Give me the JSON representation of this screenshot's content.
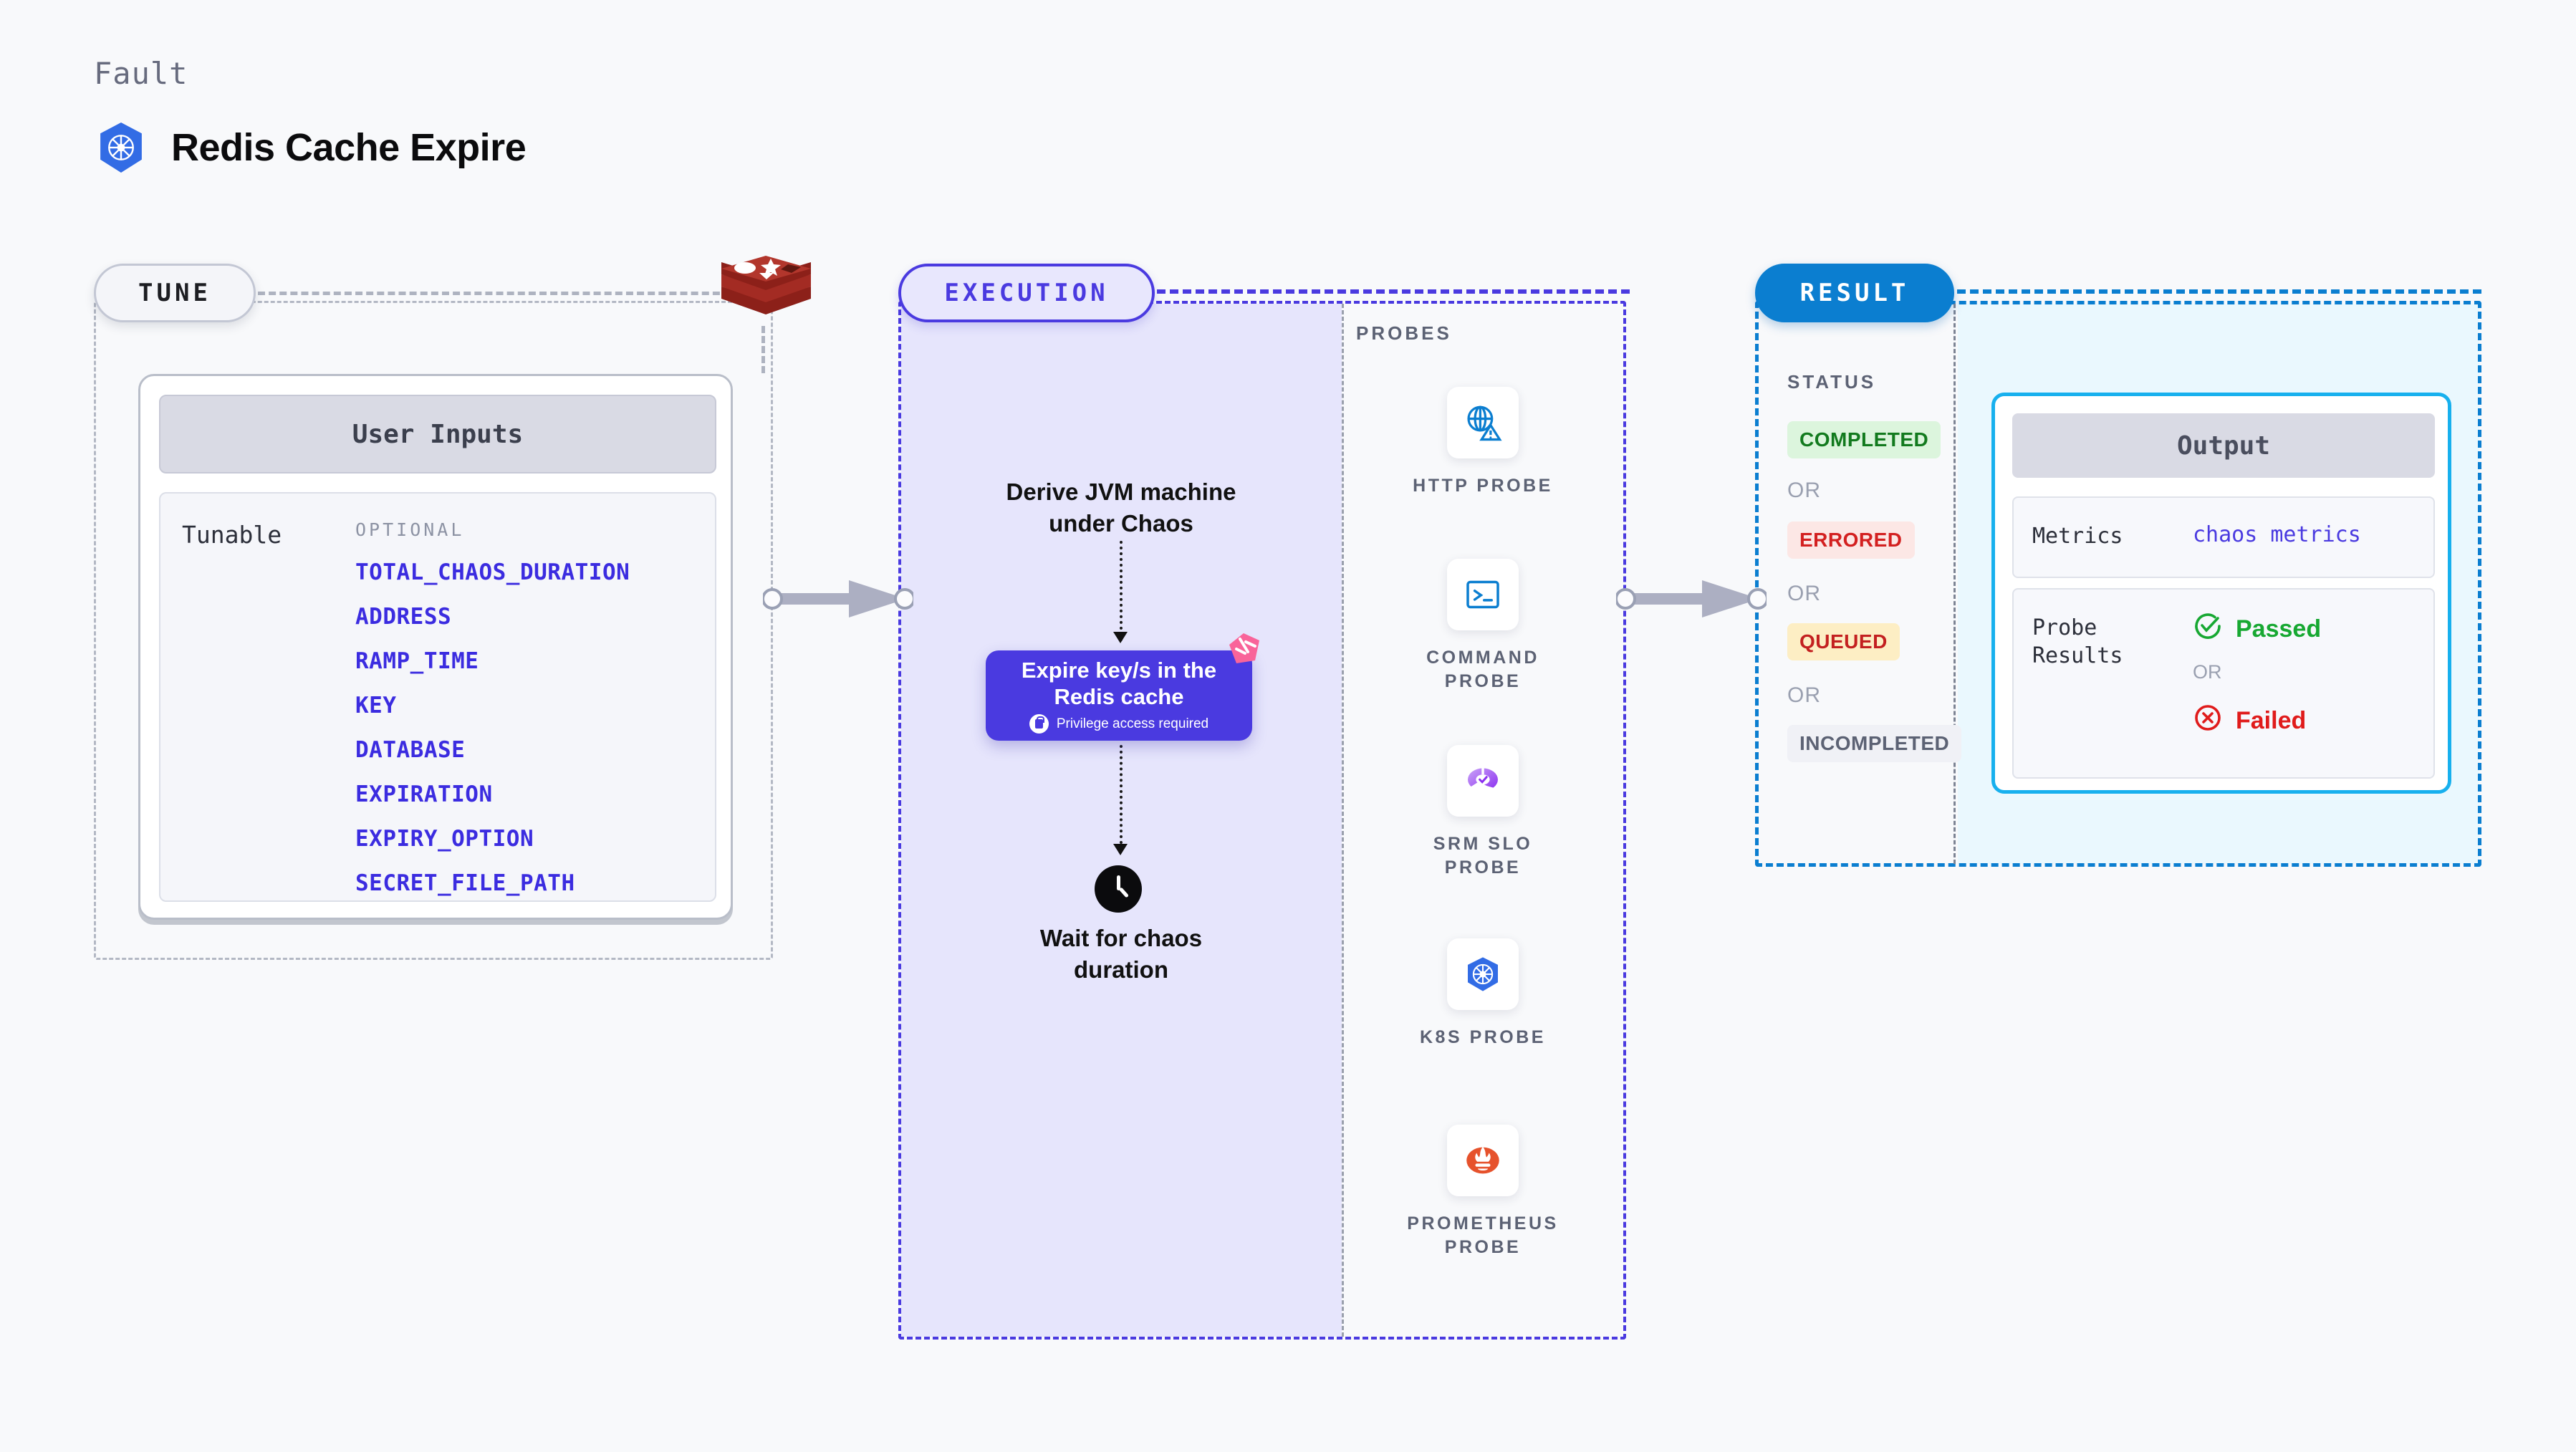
{
  "header": {
    "eyebrow": "Fault",
    "title": "Redis Cache Expire",
    "logo_icon": "kubernetes-helm-icon"
  },
  "tune": {
    "pill_label": "TUNE",
    "source_icon": "redis-logo-icon",
    "card": {
      "header": "User Inputs",
      "row_label": "Tunable",
      "optional_label": "OPTIONAL",
      "params": [
        "TOTAL_CHAOS_DURATION",
        "ADDRESS",
        "RAMP_TIME",
        "KEY",
        "DATABASE",
        "EXPIRATION",
        "EXPIRY_OPTION",
        "SECRET_FILE_PATH"
      ]
    }
  },
  "execution": {
    "pill_label": "EXECUTION",
    "step_1": "Derive JVM machine\nunder Chaos",
    "chaos_node": {
      "title": "Expire key/s in the\nRedis cache",
      "privilege": "Privilege access required",
      "lock_icon": "lock-icon",
      "ribbon_icon": "harness-ribbon-icon"
    },
    "step_3": "Wait for chaos\nduration",
    "clock_icon": "clock-icon"
  },
  "probes": {
    "section_label": "PROBES",
    "items": [
      {
        "label": "HTTP PROBE",
        "icon": "globe-warning-icon"
      },
      {
        "label": "COMMAND\nPROBE",
        "icon": "terminal-icon"
      },
      {
        "label": "SRM SLO\nPROBE",
        "icon": "slo-donut-check-icon"
      },
      {
        "label": "K8S PROBE",
        "icon": "kubernetes-icon"
      },
      {
        "label": "PROMETHEUS\nPROBE",
        "icon": "prometheus-torch-icon"
      }
    ]
  },
  "result": {
    "pill_label": "RESULT",
    "status_label": "STATUS",
    "or_label": "OR",
    "statuses": [
      {
        "label": "COMPLETED",
        "color": "#127a1e",
        "bg": "#dcf5dd"
      },
      {
        "label": "ERRORED",
        "color": "#d32020",
        "bg": "#fce7e5"
      },
      {
        "label": "QUEUED",
        "color": "#c32020",
        "bg": "#fdeec4"
      },
      {
        "label": "INCOMPLETED",
        "color": "#5c6274",
        "bg": "#f0f1f6"
      }
    ],
    "output": {
      "header": "Output",
      "metrics_key": "Metrics",
      "metrics_value": "chaos metrics",
      "probe_results_key": "Probe\nResults",
      "passed_label": "Passed",
      "failed_label": "Failed",
      "or_label": "OR",
      "passed_icon": "check-circle-icon",
      "failed_icon": "x-circle-icon"
    }
  },
  "colors": {
    "accent_purple": "#4a3ae0",
    "accent_blue": "#0b7ed0",
    "accent_cyan": "#17b0ee",
    "redis_red": "#a32b23",
    "pink_ribbon": "#f9649a"
  }
}
